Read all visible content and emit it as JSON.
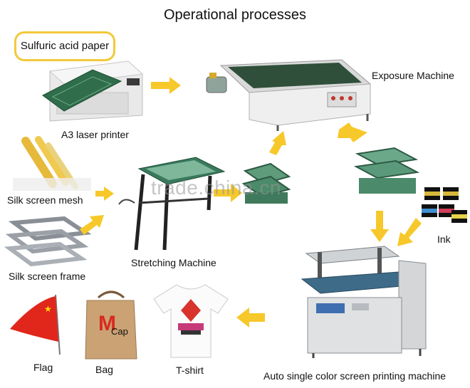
{
  "title": "Operational processes",
  "callout": "Sulfuric acid paper",
  "watermark": "trade.china.cn",
  "accent_color": "#f3c93a",
  "arrow_color": "#f7c82a",
  "items": {
    "laser_printer": "A3 laser printer",
    "exposure_machine": "Exposure Machine",
    "silk_screen_mesh": "Silk screen mesh",
    "stretching_machine": "Stretching Machine",
    "silk_screen_frame": "Silk screen frame",
    "ink": "Ink",
    "printing_machine": "Auto single color screen printing machine",
    "flag": "Flag",
    "bag": "Bag",
    "bag_print": "Cap",
    "tshirt": "T-shirt"
  }
}
